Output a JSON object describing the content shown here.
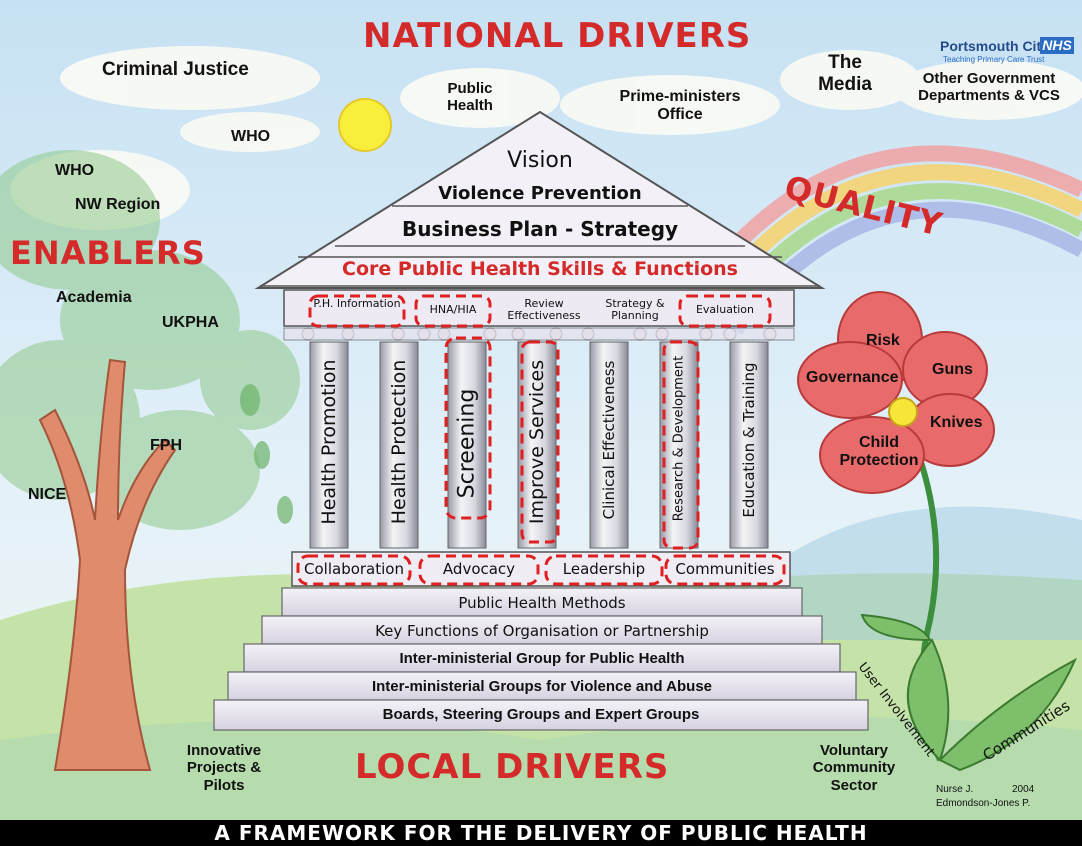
{
  "headers": {
    "national": "NATIONAL DRIVERS",
    "local": "LOCAL DRIVERS",
    "enablers": "ENABLERS",
    "quality": "QUALITY"
  },
  "logo": {
    "city": "Portsmouth City",
    "nhs": "NHS",
    "trust": "Teaching Primary Care Trust"
  },
  "national_drivers": {
    "criminal_justice": "Criminal Justice",
    "who_top": "WHO",
    "public_health": "Public Health",
    "pm_office": "Prime-ministers Office",
    "media": "The Media",
    "other_gov": "Other Government Departments & VCS"
  },
  "enablers_list": {
    "who": "WHO",
    "nw_region": "NW Region",
    "academia": "Academia",
    "ukpha": "UKPHA",
    "fph": "FPH",
    "nice": "NICE"
  },
  "roof": {
    "vision": "Vision",
    "violence": "Violence Prevention",
    "business": "Business Plan - Strategy",
    "core": "Core Public Health Skills & Functions"
  },
  "capitals": [
    "P.H. Information",
    "HNA/HIA",
    "Review Effectiveness",
    "Strategy & Planning",
    "Evaluation"
  ],
  "columns": [
    "Health Promotion",
    "Health Protection",
    "Screening",
    "Improve Services",
    "Clinical Effectiveness",
    "Research & Development",
    "Education & Training"
  ],
  "base": [
    "Collaboration",
    "Advocacy",
    "Leadership",
    "Communities"
  ],
  "steps": [
    "Public Health Methods",
    "Key Functions of Organisation or Partnership",
    "Inter-ministerial Group for Public Health",
    "Inter-ministerial Groups for Violence and Abuse",
    "Boards, Steering Groups and Expert Groups"
  ],
  "quality_items": {
    "risk": "Risk",
    "governance": "Governance",
    "guns": "Guns",
    "knives": "Knives",
    "child": "Child Protection"
  },
  "leaves": {
    "user": "User Involvement",
    "communities": "Communities"
  },
  "local_drivers": {
    "innovative": "Innovative Projects & Pilots",
    "voluntary": "Voluntary Community Sector"
  },
  "credits": {
    "author1": "Nurse J.",
    "year": "2004",
    "author2": "Edmondson-Jones P."
  },
  "footer": "A FRAMEWORK FOR THE DELIVERY OF PUBLIC HEALTH",
  "colors": {
    "header_red": "#d42a2a",
    "sky": "#cfe6f5",
    "grass": "#b9dc9a",
    "trunk": "#d97a5a",
    "petal": "#e86060",
    "nhs_blue": "#2b6cc4"
  }
}
